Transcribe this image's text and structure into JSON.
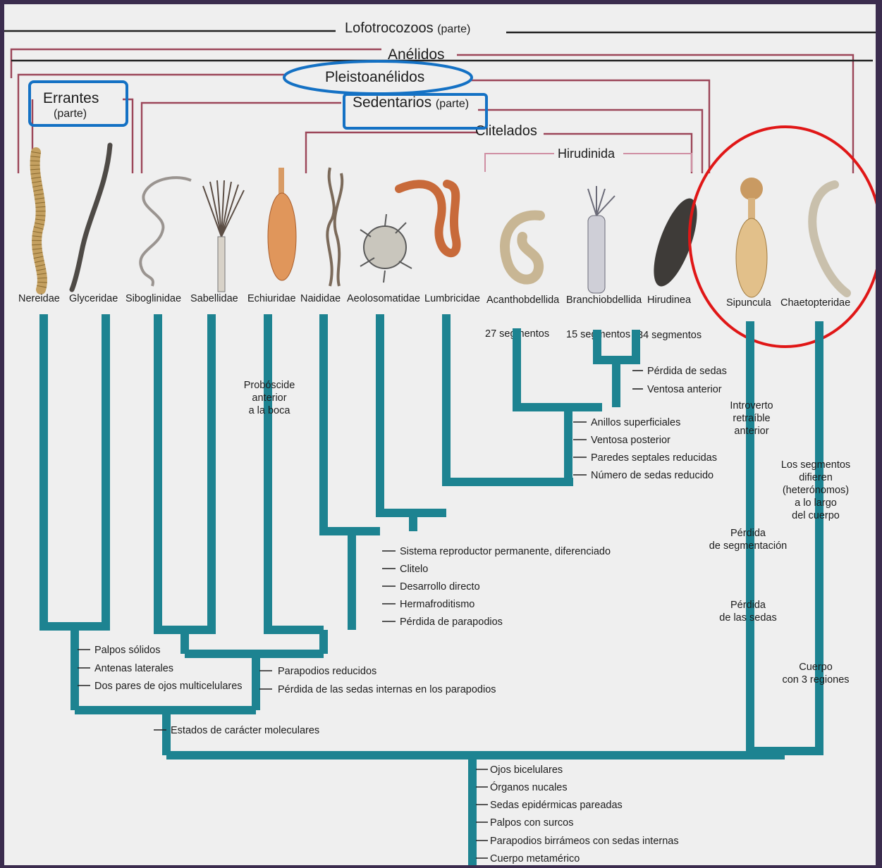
{
  "clades": {
    "lofotrocozoos": "Lofotrocozoos",
    "lofotrocozoos_note": "(parte)",
    "anelidos": "Anélidos",
    "pleistoanelidos": "Pleistoanélidos",
    "errantes": "Errantes",
    "errantes_note": "(parte)",
    "sedentarios": "Sedentarios",
    "sedentarios_note": "(parte)",
    "clitelados": "Clitelados",
    "hirudinida": "Hirudinida"
  },
  "taxa": [
    "Nereidae",
    "Glyceridae",
    "Siboglinidae",
    "Sabellidae",
    "Echiuridae",
    "Naididae",
    "Aeolosomatidae",
    "Lumbricidae",
    "Acanthobdellida",
    "Branchiobdellida",
    "Hirudinea",
    "Sipuncula",
    "Chaetopteridae"
  ],
  "segments": {
    "acantho": "27 segmentos",
    "branchio": "15 segmentos",
    "hirudinea": "34 segmentos"
  },
  "chars": {
    "sedas_group": [
      "Pérdida de sedas",
      "Ventosa anterior"
    ],
    "hirudinida_group": [
      "Anillos superficiales",
      "Ventosa posterior",
      "Paredes septales reducidas",
      "Número de sedas reducido"
    ],
    "echiuridae": [
      "Probóscide",
      "anterior",
      "a la boca"
    ],
    "clitelados_group": [
      "Sistema reproductor permanente, diferenciado",
      "Clitelo",
      "Desarrollo directo",
      "Hermafroditismo",
      "Pérdida de parapodios"
    ],
    "errantes_group": [
      "Palpos sólidos",
      "Antenas laterales",
      "Dos pares de ojos multicelulares"
    ],
    "sedentarios_group": [
      "Parapodios reducidos",
      "Pérdida de las sedas internas en los parapodios"
    ],
    "pleisto": "Estados de carácter moleculares",
    "sipuncula": [
      "Introverto",
      "retraíble",
      "anterior",
      "Pérdida",
      "de segmentación",
      "Pérdida",
      "de las sedas"
    ],
    "chaeto": [
      "Los segmentos",
      "difieren",
      "(heterónomos)",
      "a lo largo",
      "del cuerpo",
      "Cuerpo",
      "con 3 regiones"
    ],
    "root": [
      "Ojos bicelulares",
      "Órganos nucales",
      "Sedas epidérmicas pareadas",
      "Palpos con surcos",
      "Parapodios birrámeos con sedas internas",
      "Cuerpo metamérico"
    ]
  },
  "colors": {
    "branch": "#1d8391",
    "clade_band": "#9c4659",
    "highlight_blue": "#1471c4",
    "highlight_red": "#e01717",
    "background": "#3b2c4e"
  }
}
